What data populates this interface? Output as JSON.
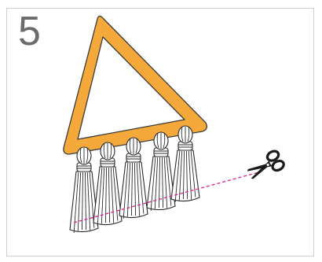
{
  "step": {
    "number": "5"
  },
  "colors": {
    "frame_fill": "#f6a93b",
    "frame_stroke": "#3a3a3a",
    "tassel_fill": "#ffffff",
    "tassel_stroke": "#2b2b2b",
    "cut_line": "#e0218a",
    "scissors": "#1a1a1a",
    "border": "#cfcfcf"
  },
  "icons": {
    "cut_tool": "scissors-icon",
    "cut_guide": "dashed-cut-line"
  },
  "tassels": [
    {
      "id": 1
    },
    {
      "id": 2
    },
    {
      "id": 3
    },
    {
      "id": 4
    },
    {
      "id": 5
    }
  ]
}
